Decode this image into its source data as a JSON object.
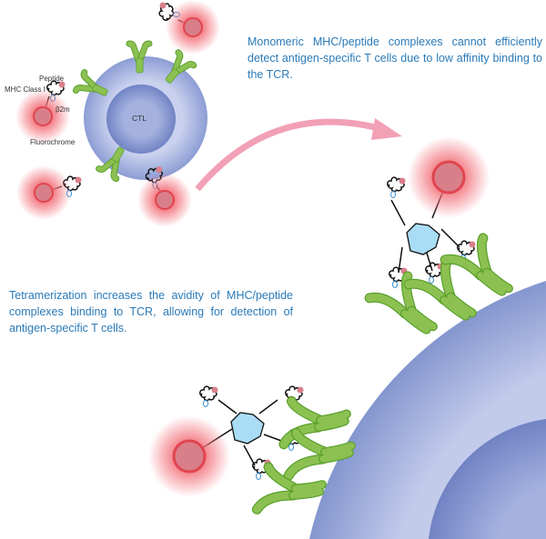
{
  "captions": {
    "monomer": "Monomeric MHC/peptide complexes cannot efficiently detect antigen-specific T cells due to low affinity binding to the TCR.",
    "tetramer": "Tetramerization increases the avidity of MHC/peptide complexes binding to TCR, allowing for detection of antigen-specific T cells."
  },
  "labels": {
    "cell": "CTL",
    "peptide": "Peptide",
    "mhc": "MHC Class I",
    "b2m": "β2m",
    "fluorochrome": "Fluorochrome"
  },
  "colors": {
    "text": "#2a7ab8",
    "cell": "#9aa9d8",
    "tcr": "#8cc152",
    "fluorochrome": "#e0454f",
    "arrow": "#f2a0b6",
    "streptavidin": "#a9dcf5"
  }
}
